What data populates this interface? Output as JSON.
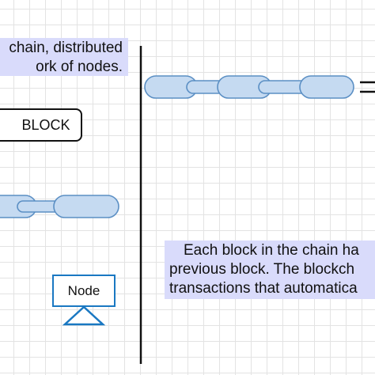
{
  "notes": {
    "top": {
      "line1": "chain, distributed",
      "line2": "ork of nodes."
    },
    "bottom": {
      "line1": "Each block in the chain ha",
      "line2": "previous block. The blockch",
      "line3": "transactions that automatica"
    }
  },
  "shapes": {
    "block_label": "BLOCK",
    "node_label": "Node"
  },
  "colors": {
    "note_fill": "#d9dbfb",
    "chain_fill": "#c5daf1",
    "chain_stroke": "#5b8fc4",
    "node_stroke": "#1a78c2",
    "divider": "#111111"
  }
}
